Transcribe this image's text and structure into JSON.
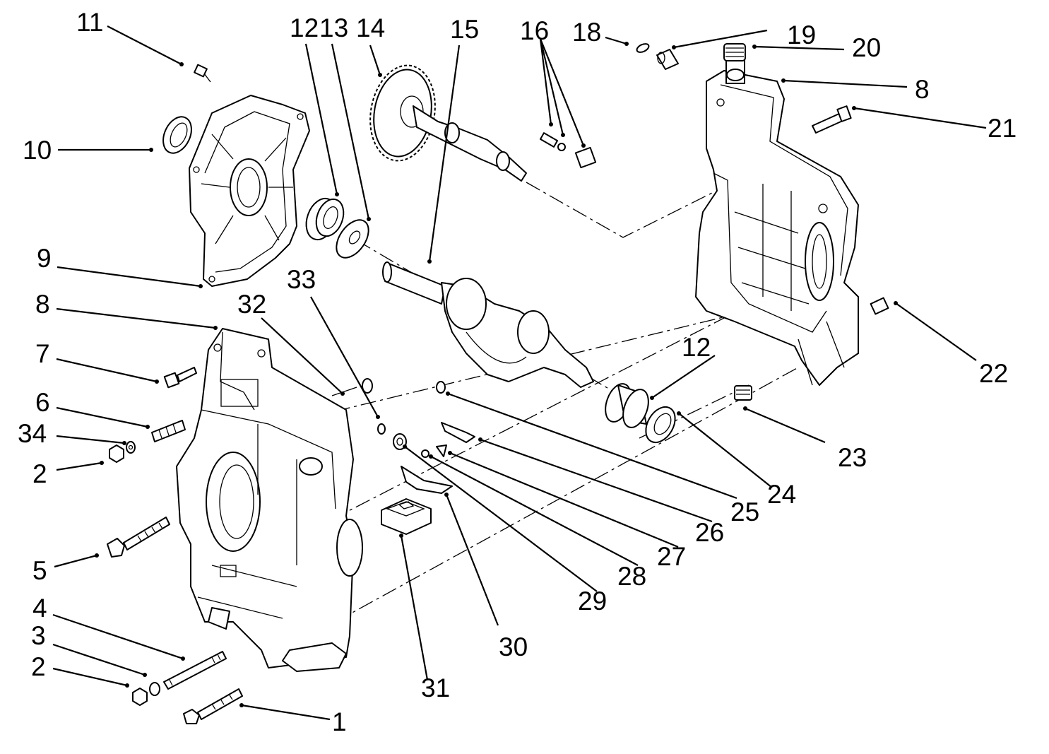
{
  "callouts": {
    "n1": "1",
    "n2a": "2",
    "n2b": "2",
    "n3": "3",
    "n4": "4",
    "n5": "5",
    "n6": "6",
    "n7": "7",
    "n8a": "8",
    "n8b": "8",
    "n9": "9",
    "n10": "10",
    "n11": "11",
    "n12a": "12",
    "n12b": "12",
    "n13": "13",
    "n14": "14",
    "n15": "15",
    "n16": "16",
    "n18": "18",
    "n19": "19",
    "n20": "20",
    "n21": "21",
    "n22": "22",
    "n23": "23",
    "n24": "24",
    "n25": "25",
    "n26": "26",
    "n27": "27",
    "n28": "28",
    "n29": "29",
    "n30": "30",
    "n31": "31",
    "n32": "32",
    "n33": "33",
    "n34": "34"
  },
  "style": {
    "ink": "#000000",
    "paper": "#ffffff"
  }
}
